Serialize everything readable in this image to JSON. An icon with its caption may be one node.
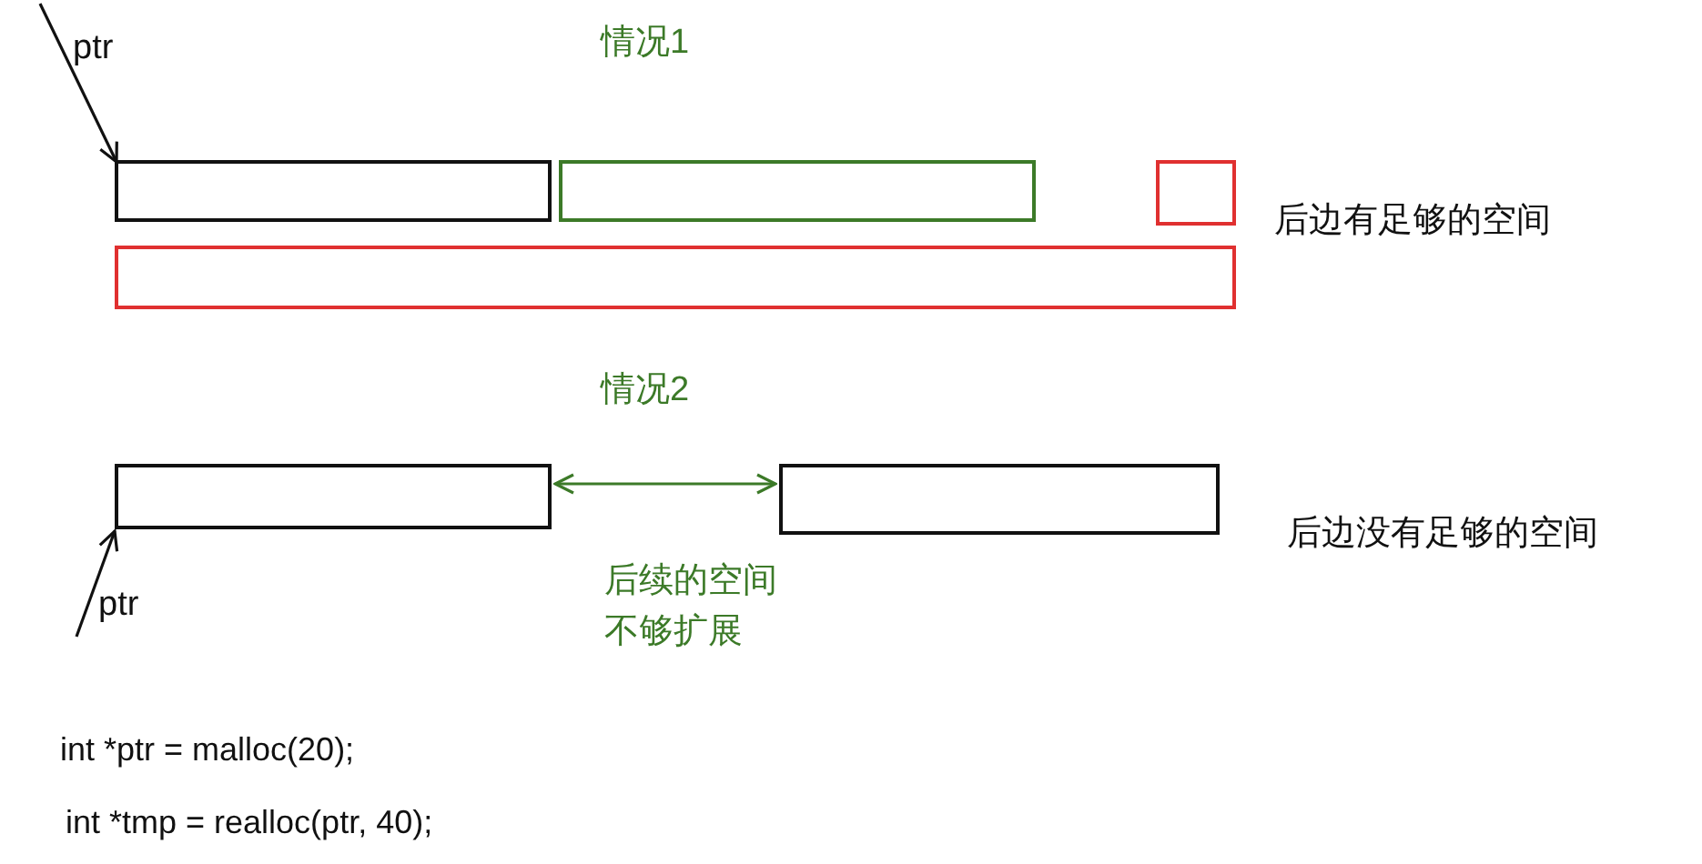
{
  "diagram": {
    "nodes": [
      {
        "text": [
          "ptr"
        ]
      },
      {
        "text": [],
        "shape": "box"
      },
      {
        "text": [],
        "shape": "box"
      },
      {
        "text": [],
        "shape": "box"
      },
      {
        "text": [],
        "shape": "box"
      },
      {
        "text": [],
        "shape": "box"
      },
      {
        "text": [],
        "shape": "box"
      },
      {
        "text": [
          "ptr"
        ]
      }
    ],
    "edges": [
      {
        "from": 0,
        "to": 1,
        "arrow": "to"
      },
      {
        "from": 7,
        "to": 5,
        "arrow": "to"
      },
      {
        "from": 5,
        "to": 6,
        "arrow": "both",
        "color": "#3c7a28"
      }
    ],
    "labels": [
      "情况1",
      "后边有足够的空间",
      "情况2",
      "后边没有足够的空间",
      "后续的空间不够扩展",
      "int *ptr = malloc(20);",
      "int *tmp = realloc(ptr, 40);"
    ]
  }
}
